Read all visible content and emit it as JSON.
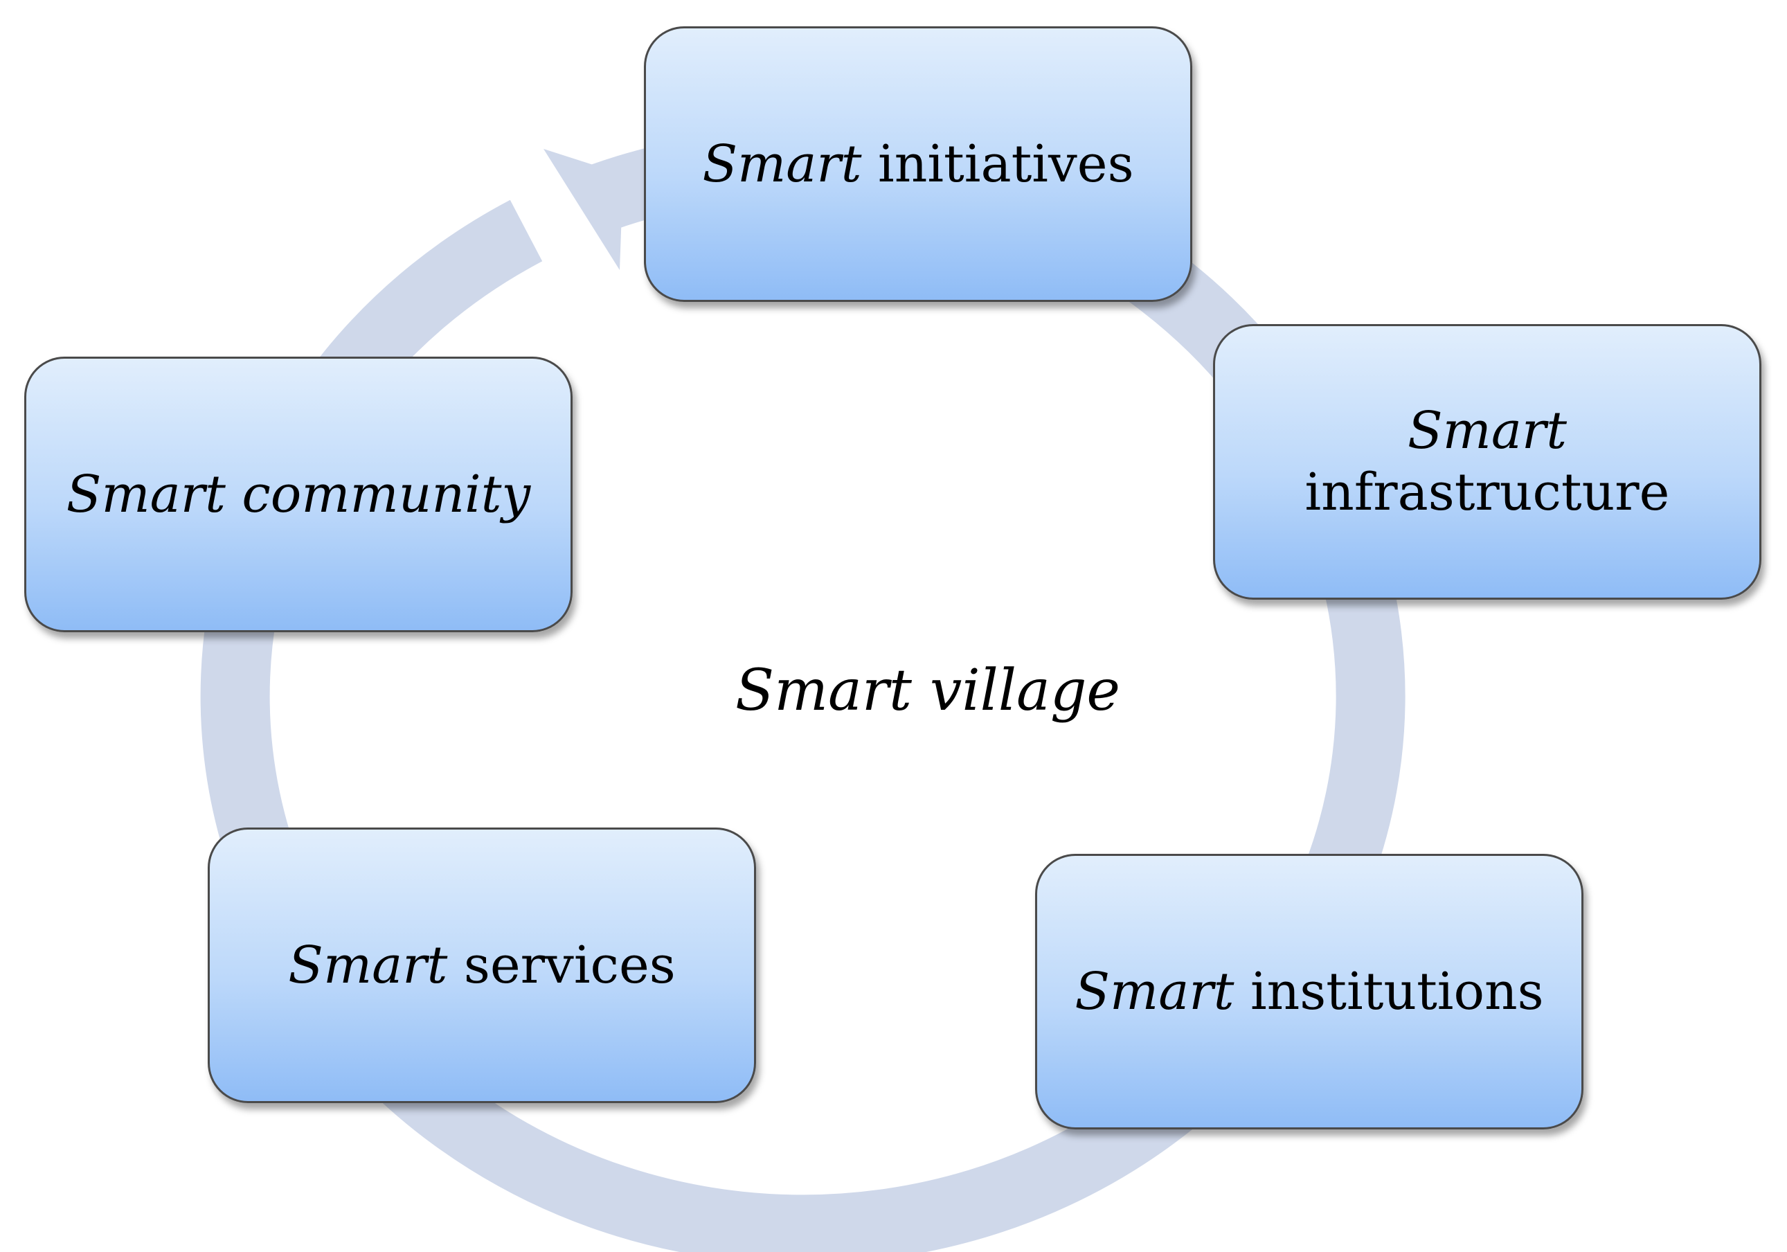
{
  "diagram": {
    "center_label": "Smart village",
    "nodes": [
      {
        "id": "initiatives",
        "italic": "Smart",
        "rest": " initiatives"
      },
      {
        "id": "infrastructure",
        "italic": "Smart",
        "rest": "infrastructure"
      },
      {
        "id": "institutions",
        "italic": "Smart",
        "rest": " institutions"
      },
      {
        "id": "services",
        "italic": "Smart",
        "rest": " services"
      },
      {
        "id": "community",
        "italic": "Smart community",
        "rest": ""
      }
    ],
    "colors": {
      "ring": "#cfd8ea",
      "box_top": "#e1eefc",
      "box_bottom": "#8fbcf6",
      "box_border": "#4a4a4a"
    }
  }
}
